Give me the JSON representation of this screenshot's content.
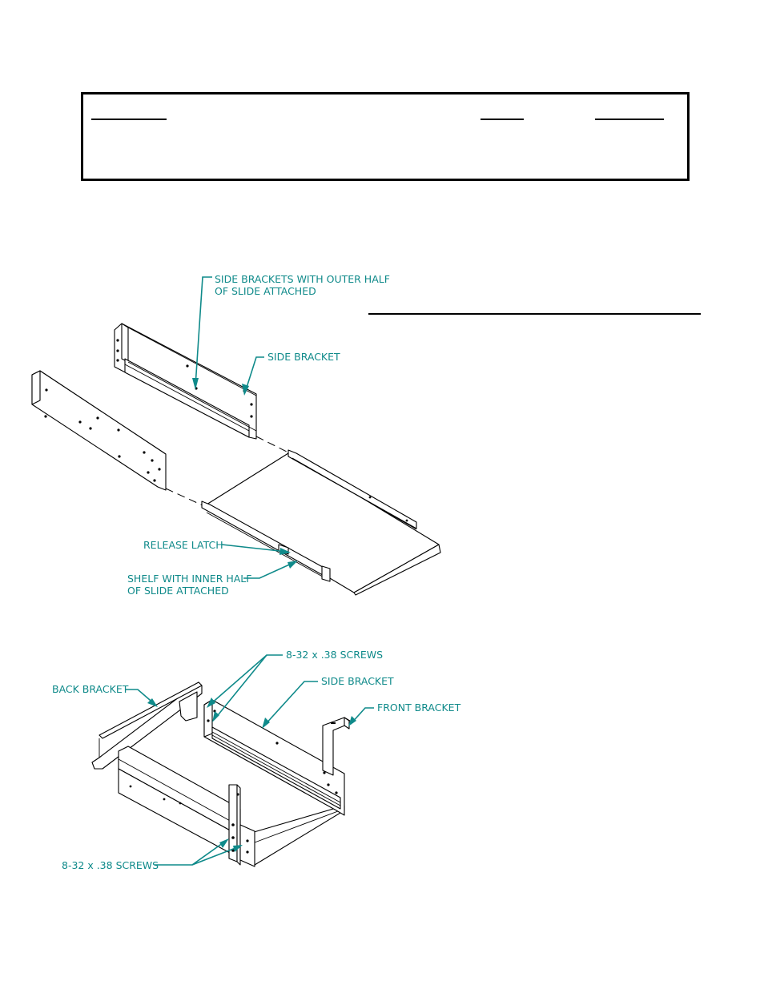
{
  "labels": {
    "side_brackets_outer_line1": "SIDE BRACKETS WITH OUTER HALF",
    "side_brackets_outer_line2": "OF SLIDE ATTACHED",
    "side_bracket_top": "SIDE BRACKET",
    "release_latch": "RELEASE LATCH",
    "shelf_inner_line1": "SHELF WITH INNER HALF",
    "shelf_inner_line2": "OF SLIDE ATTACHED",
    "screws_top": "8-32 x .38 SCREWS",
    "back_bracket": "BACK BRACKET",
    "side_bracket_bottom": "SIDE BRACKET",
    "front_bracket": "FRONT BRACKET",
    "screws_bottom": "8-32 x .38 SCREWS"
  },
  "colors": {
    "callout": "#0f8a8a",
    "line": "#000000"
  }
}
